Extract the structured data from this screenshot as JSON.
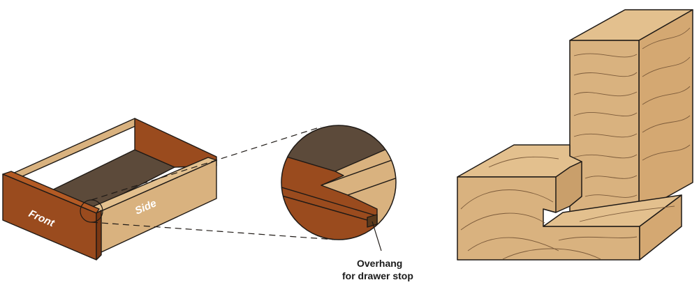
{
  "labels": {
    "front": "Front",
    "side": "Side",
    "caption_line1": "Overhang",
    "caption_line2": "for drawer stop"
  },
  "colors": {
    "wood_light": "#D9B27F",
    "wood_front": "#9A4B1E",
    "drawer_bottom": "#5C4A3A",
    "outline": "#1f1a16",
    "grain": "#7b5a3a"
  }
}
